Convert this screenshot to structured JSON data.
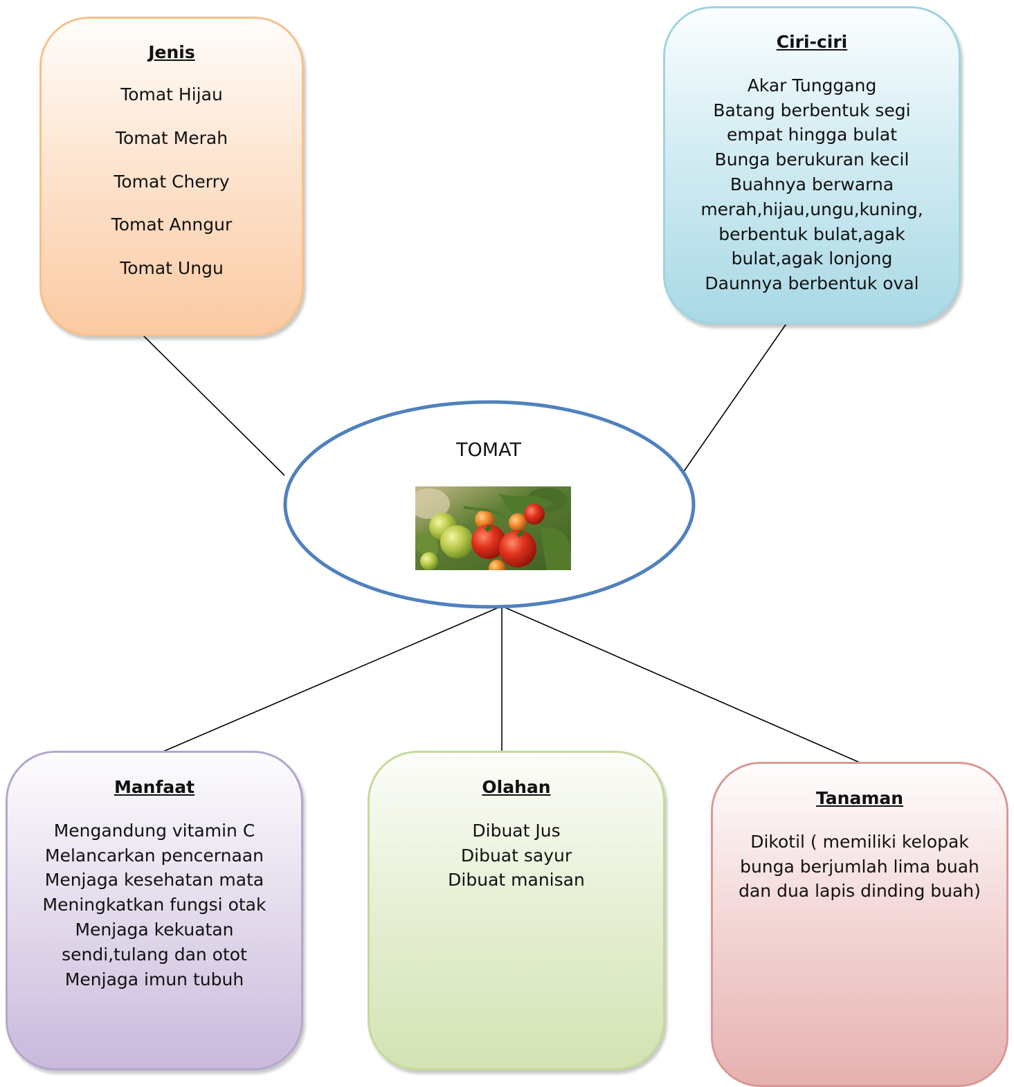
{
  "center": {
    "title": "TOMAT"
  },
  "jenis": {
    "title": "Jenis",
    "items": [
      "Tomat Hijau",
      "Tomat Merah",
      "Tomat Cherry",
      "Tomat Anngur",
      "Tomat Ungu"
    ]
  },
  "ciri": {
    "title": "Ciri-ciri",
    "lines": [
      "Akar Tunggang",
      "Batang berbentuk segi",
      "empat hingga bulat",
      "Bunga berukuran kecil",
      "Buahnya berwarna",
      "merah,hijau,ungu,kuning,",
      "berbentuk bulat,agak",
      "bulat,agak lonjong",
      "Daunnya berbentuk oval"
    ]
  },
  "manfaat": {
    "title": "Manfaat",
    "lines": [
      "Mengandung vitamin C",
      "Melancarkan pencernaan",
      "Menjaga kesehatan mata",
      "Meningkatkan fungsi otak",
      "Menjaga kekuatan",
      "sendi,tulang dan otot",
      "Menjaga imun tubuh"
    ]
  },
  "olahan": {
    "title": "Olahan",
    "lines": [
      "Dibuat Jus",
      "Dibuat sayur",
      "Dibuat manisan"
    ]
  },
  "tanaman": {
    "title": "Tanaman",
    "lines": [
      "Dikotil ( memiliki  kelopak",
      "bunga berjumlah lima buah",
      "dan dua lapis dinding buah)"
    ]
  },
  "colors": {
    "oval_border": "#4f81bd",
    "connector": "#000000",
    "jenis_border": "#f7c08a",
    "ciri_border": "#9fd4e0",
    "manfaat_border": "#b4a6cc",
    "olahan_border": "#c4d99b",
    "tanaman_border": "#d99898"
  }
}
